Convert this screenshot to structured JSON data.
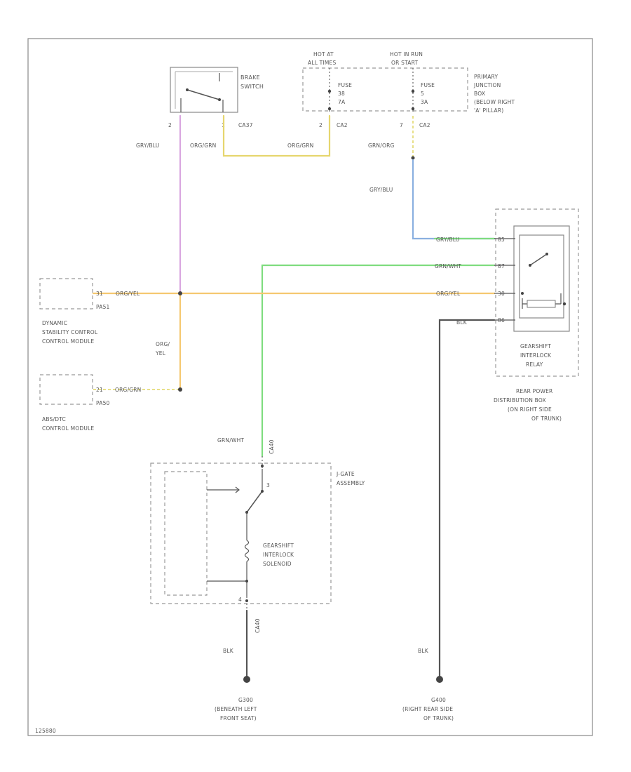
{
  "brake_switch": {
    "label": [
      "BRAKE",
      "SWITCH"
    ],
    "pin_left": "2",
    "pin_right": "1",
    "connector": "CA37"
  },
  "junction_box": {
    "hot_at_1": [
      "HOT AT",
      "ALL TIMES"
    ],
    "hot_at_2": [
      "HOT IN RUN",
      "OR START"
    ],
    "fuse_1": [
      "FUSE",
      "38",
      "7A"
    ],
    "fuse_2": [
      "FUSE",
      "5",
      "3A"
    ],
    "label": [
      "PRIMARY",
      "JUNCTION",
      "BOX",
      "(BELOW RIGHT",
      "'A' PILLAR)"
    ],
    "pin_fuse1": "2",
    "conn_fuse1": "CA2",
    "pin_fuse2": "7",
    "conn_fuse2": "CA2"
  },
  "wires": {
    "gry_blu_brake": "GRY/BLU",
    "org_grn_brake": "ORG/GRN",
    "org_grn_fuse": "ORG/GRN",
    "grn_org_fuse": "GRN/ORG",
    "gry_blu_relay_v": "GRY/BLU",
    "gry_blu_relay_h": "GRY/BLU",
    "grn_wht_relay": "GRN/WHT",
    "org_yel_relay": "ORG/YEL",
    "blk_relay": "BLK",
    "org_yel_dsc": "ORG/YEL",
    "org_yel_vert": [
      "ORG/",
      "YEL"
    ],
    "org_grn_abs": "ORG/GRN",
    "grn_wht_jgate": "GRN/WHT",
    "blk_jgate": "BLK",
    "blk_relay_ground": "BLK"
  },
  "dsc_module": {
    "pin": "31",
    "connector": "PA51",
    "label": [
      "DYNAMIC",
      "STABILITY CONTROL",
      "CONTROL MODULE"
    ]
  },
  "abs_module": {
    "pin": "21",
    "connector": "PA50",
    "label": [
      "ABS/DTC",
      "CONTROL MODULE"
    ]
  },
  "relay": {
    "pins": [
      "85",
      "87",
      "30",
      "86"
    ],
    "label": [
      "GEARSHIFT",
      "INTERLOCK",
      "RELAY"
    ],
    "box_label": [
      "REAR POWER",
      "DISTRIBUTION BOX",
      "(ON RIGHT SIDE",
      "OF TRUNK)"
    ]
  },
  "jgate": {
    "connector_top": "CA40",
    "connector_bottom": "CA40",
    "pin_top": "3",
    "pin_bottom": "4",
    "label": [
      "J-GATE",
      "ASSEMBLY"
    ],
    "solenoid_label": [
      "GEARSHIFT",
      "INTERLOCK",
      "SOLENOID"
    ]
  },
  "ground_1": {
    "label": [
      "G300",
      "(BENEATH LEFT",
      "FRONT SEAT)"
    ]
  },
  "ground_2": {
    "label": [
      "G400",
      "(RIGHT REAR SIDE",
      "OF TRUNK)"
    ]
  },
  "footer_code": "125880",
  "colors": {
    "purple": "#d9a6e0",
    "yellow": "#e6d66e",
    "orange": "#f5c870",
    "green": "#7fdc7f",
    "blue": "#8ab0e0",
    "gray": "#777777"
  }
}
